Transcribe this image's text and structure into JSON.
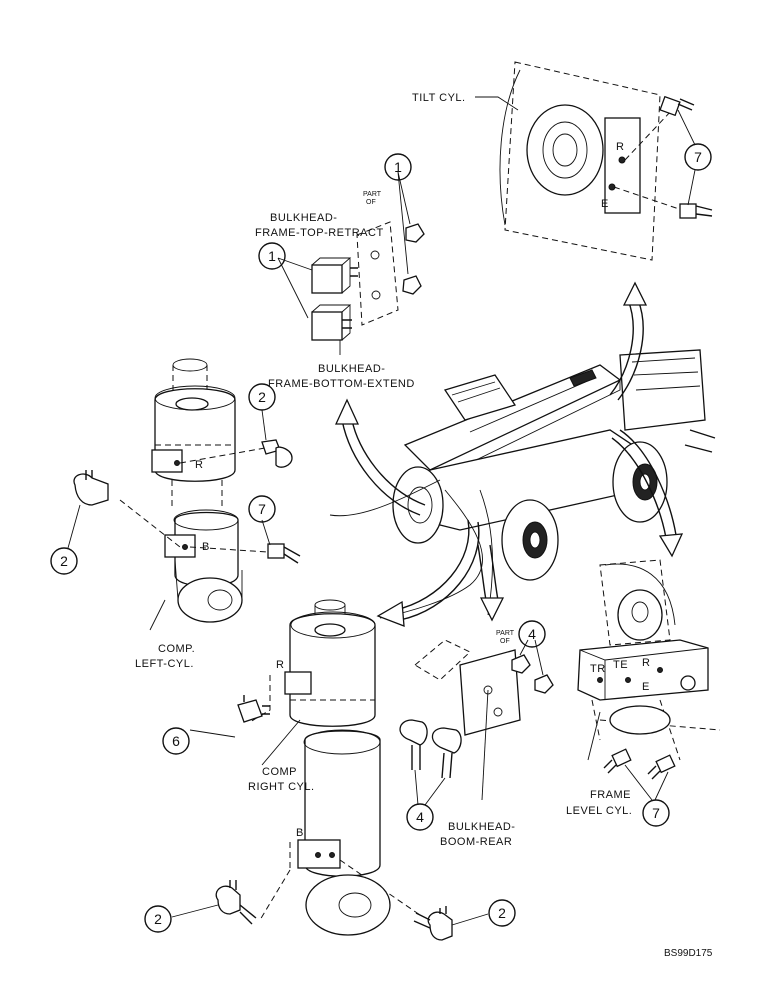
{
  "labels": {
    "tilt_cyl": "TILT CYL.",
    "bulkhead_top_1": "BULKHEAD-",
    "bulkhead_top_2": "FRAME-TOP-RETRACT",
    "part_of_top_1": "PART",
    "part_of_top_2": "OF",
    "bulkhead_bottom_1": "BULKHEAD-",
    "bulkhead_bottom_2": "FRAME-BOTTOM-EXTEND",
    "comp_left_1": "COMP.",
    "comp_left_2": "LEFT-CYL.",
    "comp_right_1": "COMP",
    "comp_right_2": "RIGHT CYL.",
    "part_of_mid_1": "PART",
    "part_of_mid_2": "OF",
    "bulkhead_boom_1": "BULKHEAD-",
    "bulkhead_boom_2": "BOOM-REAR",
    "frame_level_1": "FRAME",
    "frame_level_2": "LEVEL CYL.",
    "port_r_tilt": "R",
    "port_e_tilt": "E",
    "port_r_left": "R",
    "port_b_left": "B",
    "port_r_right": "R",
    "port_b_right": "B",
    "port_tr": "TR",
    "port_te": "TE",
    "port_r_frame": "R",
    "port_e_frame": "E",
    "reference": "BS99D175"
  },
  "callouts": {
    "c_tilt_7": "7",
    "c_top_1a": "1",
    "c_top_1b": "1",
    "c_left_2a": "2",
    "c_left_2b": "2",
    "c_left_7": "7",
    "c_mid_4a": "4",
    "c_mid_4b": "4",
    "c_right_6": "6",
    "c_frame_7": "7",
    "c_bot_2a": "2",
    "c_bot_2b": "2"
  }
}
